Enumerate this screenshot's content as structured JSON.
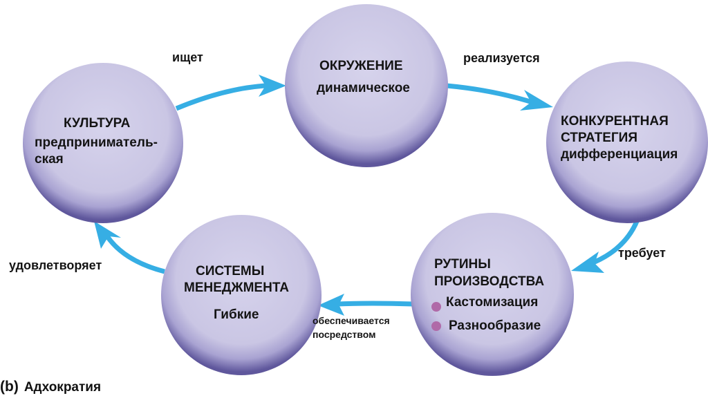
{
  "nodes": {
    "culture": {
      "title": "КУЛЬТУРА",
      "line1": "предприниматель-",
      "line2": "ская"
    },
    "environment": {
      "title": "ОКРУЖЕНИЕ",
      "subtitle": "динамическое"
    },
    "strategy": {
      "title_line1": "КОНКУРЕНТНАЯ",
      "title_line2": "СТРАТЕГИЯ",
      "subtitle": "дифференциация"
    },
    "routines": {
      "title_line1": "РУТИНЫ",
      "title_line2": "ПРОИЗВОДСТВА",
      "bullets": [
        "Кастомизация",
        "Разнообразие"
      ],
      "bullet_color": "#b06aa8"
    },
    "systems": {
      "title_line1": "СИСТЕМЫ",
      "title_line2": "МЕНЕДЖМЕНТА",
      "subtitle": "Гибкие"
    }
  },
  "edges": {
    "culture_to_environment": "ищет",
    "environment_to_strategy": "реализуется",
    "strategy_to_routines": "требует",
    "routines_to_systems_line1": "обеспечивается",
    "routines_to_systems_line2": "посредством",
    "systems_to_culture": "удовлетворяет"
  },
  "caption": {
    "letter": "(b)",
    "text": "Адхократия"
  },
  "colors": {
    "arrow": "#36aee4",
    "circle_fill": "#cfcde8",
    "circle_rim": "#6b64a6"
  }
}
